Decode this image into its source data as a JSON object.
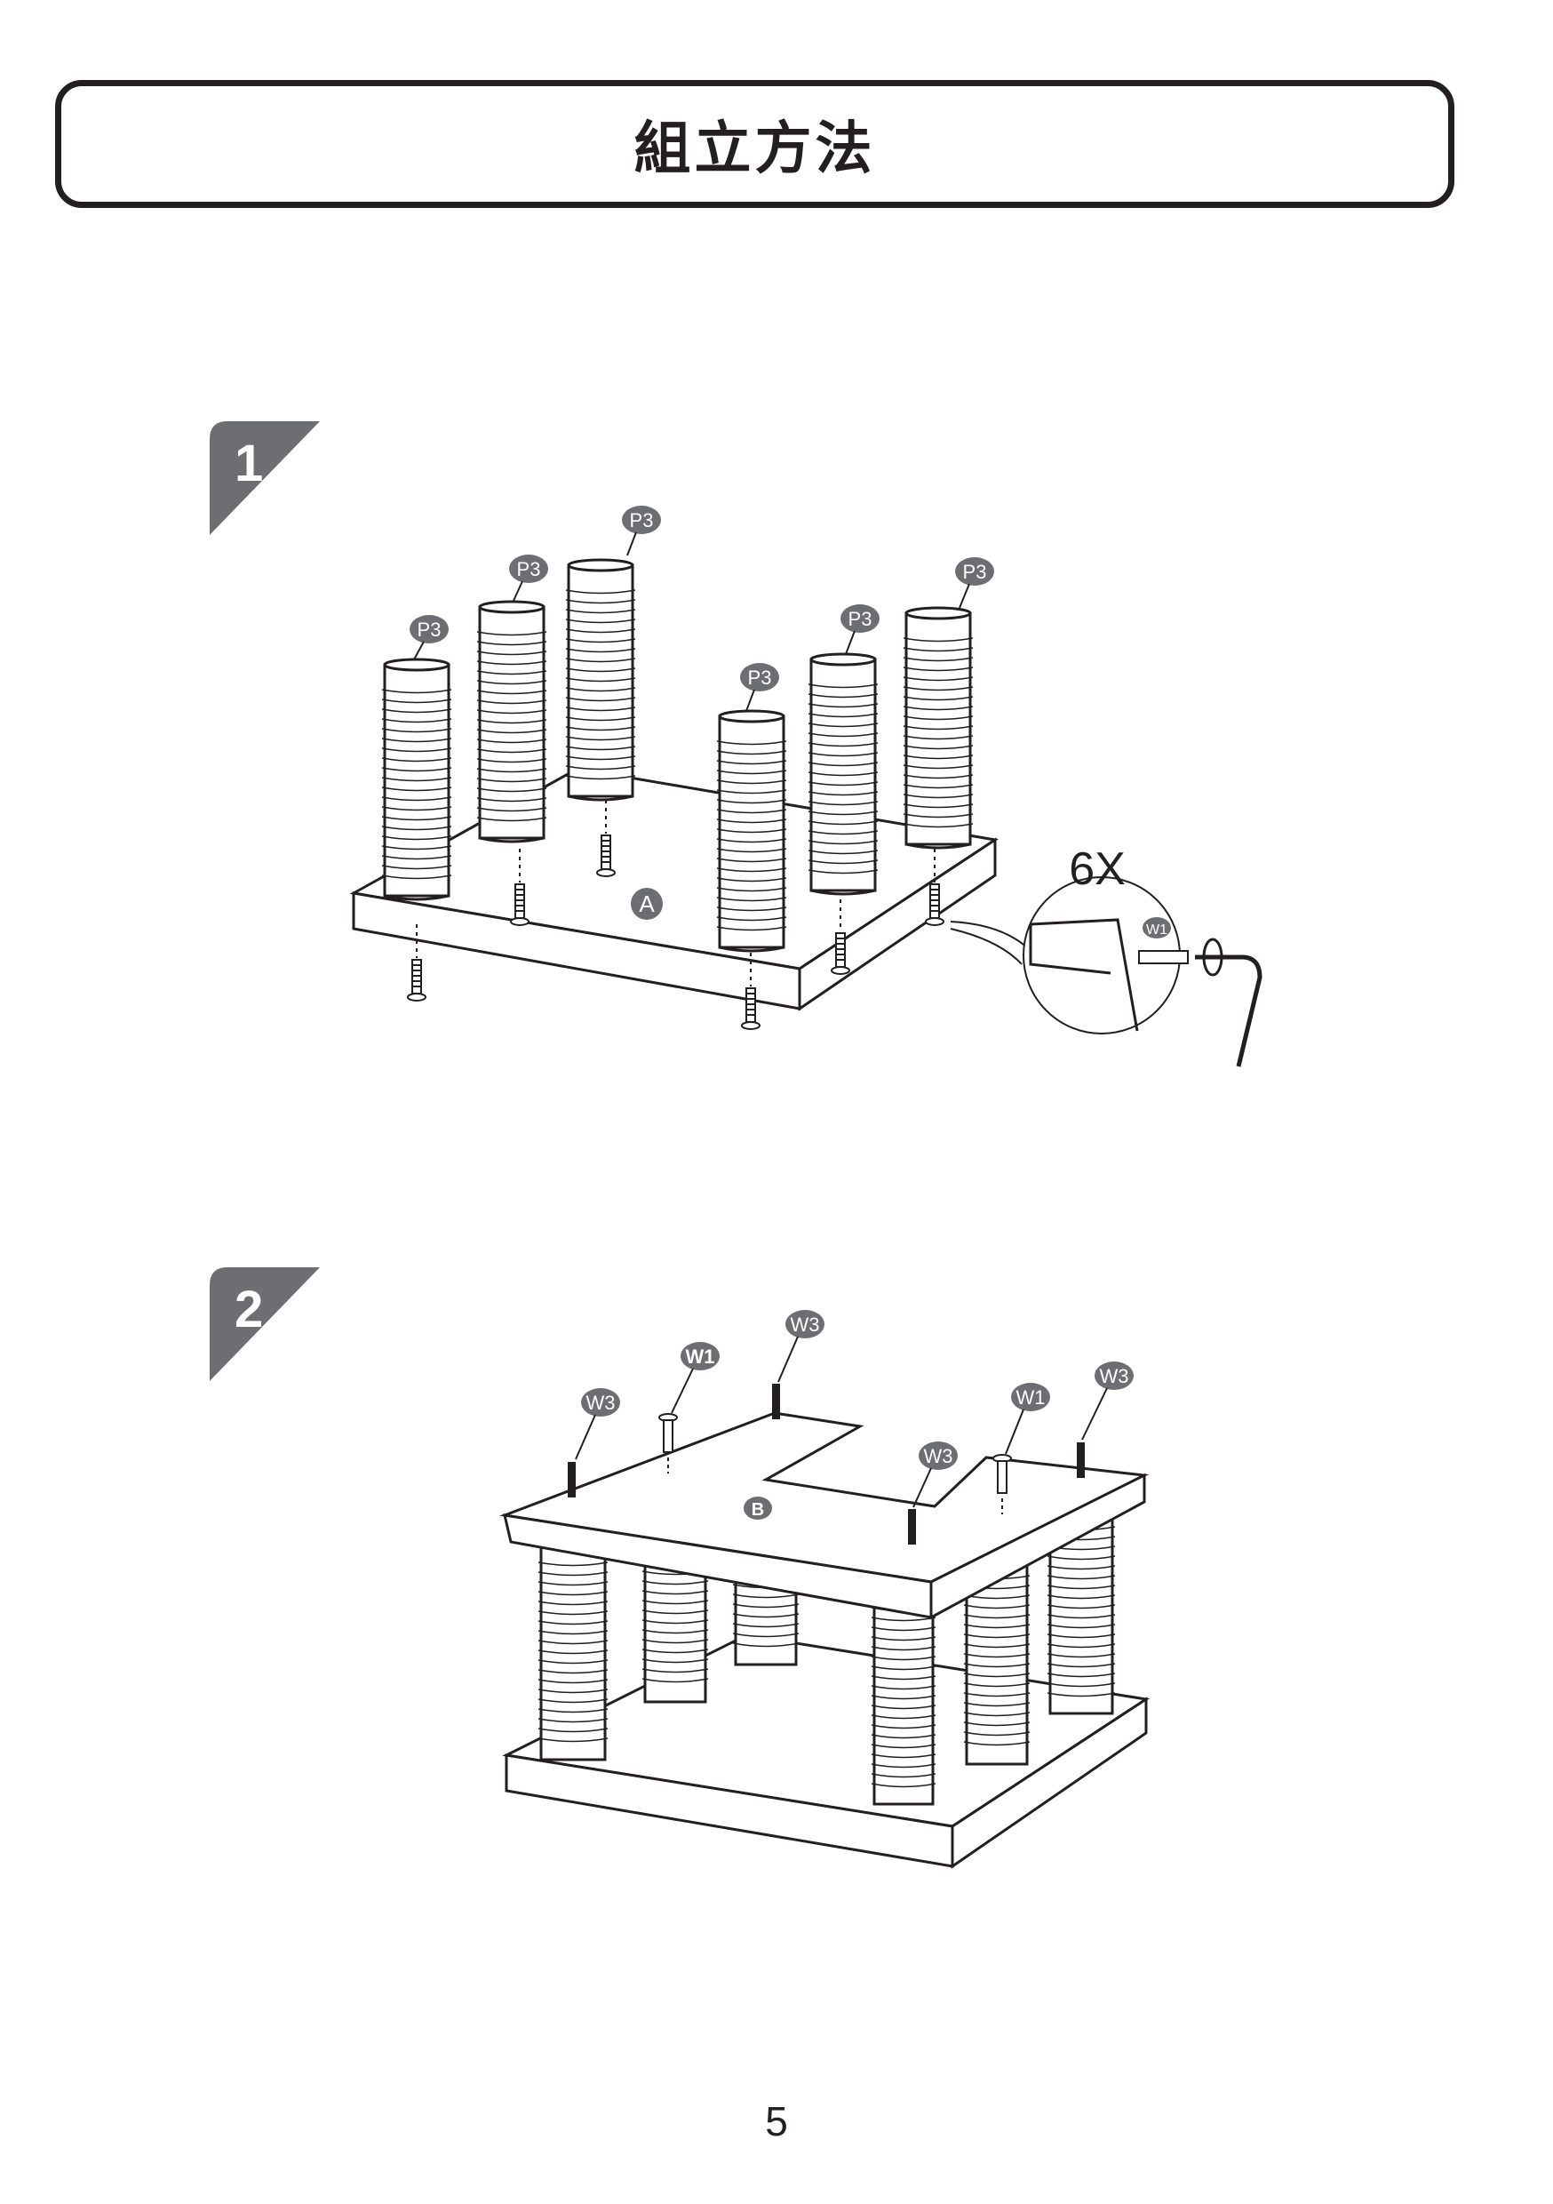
{
  "header": {
    "title": "組立方法"
  },
  "steps": [
    {
      "number": "1"
    },
    {
      "number": "2"
    }
  ],
  "step1": {
    "part_label": "P3",
    "board_label": "A",
    "quantity": "6X",
    "detail_label": "W1"
  },
  "step2": {
    "board_label": "B",
    "dowel_label": "W3",
    "screw_label": "W1"
  },
  "footer": {
    "page_number": "5"
  },
  "colors": {
    "ink": "#231f20",
    "badge": "#6d6e71"
  }
}
